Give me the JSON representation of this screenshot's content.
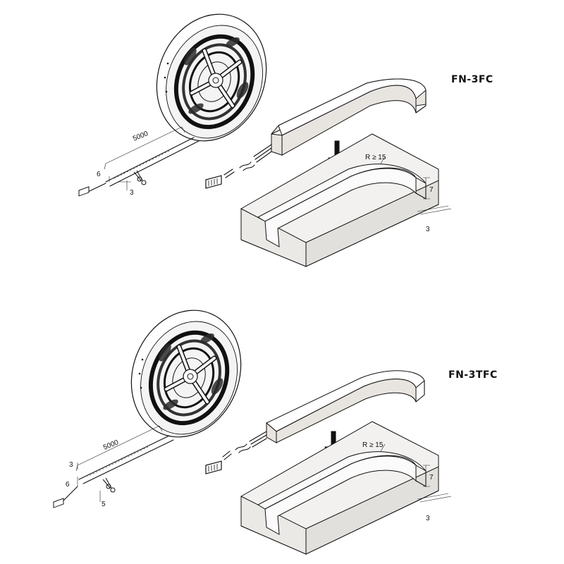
{
  "panels": [
    {
      "title": "FN-3FC",
      "reel_length": "5000",
      "strip_width": "6",
      "strip_height": "3",
      "radius_label": "R ≥ 15",
      "groove_depth": "7",
      "groove_width": "3"
    },
    {
      "title": "FN-3TFC",
      "reel_length": "5000",
      "strip_top": "3",
      "strip_width": "6",
      "strip_height": "5",
      "radius_label": "R ≥ 15",
      "groove_depth": "7",
      "groove_width": "3"
    }
  ],
  "icons": [
    "scissors-icon",
    "connector-icon",
    "down-arrow-icon"
  ]
}
